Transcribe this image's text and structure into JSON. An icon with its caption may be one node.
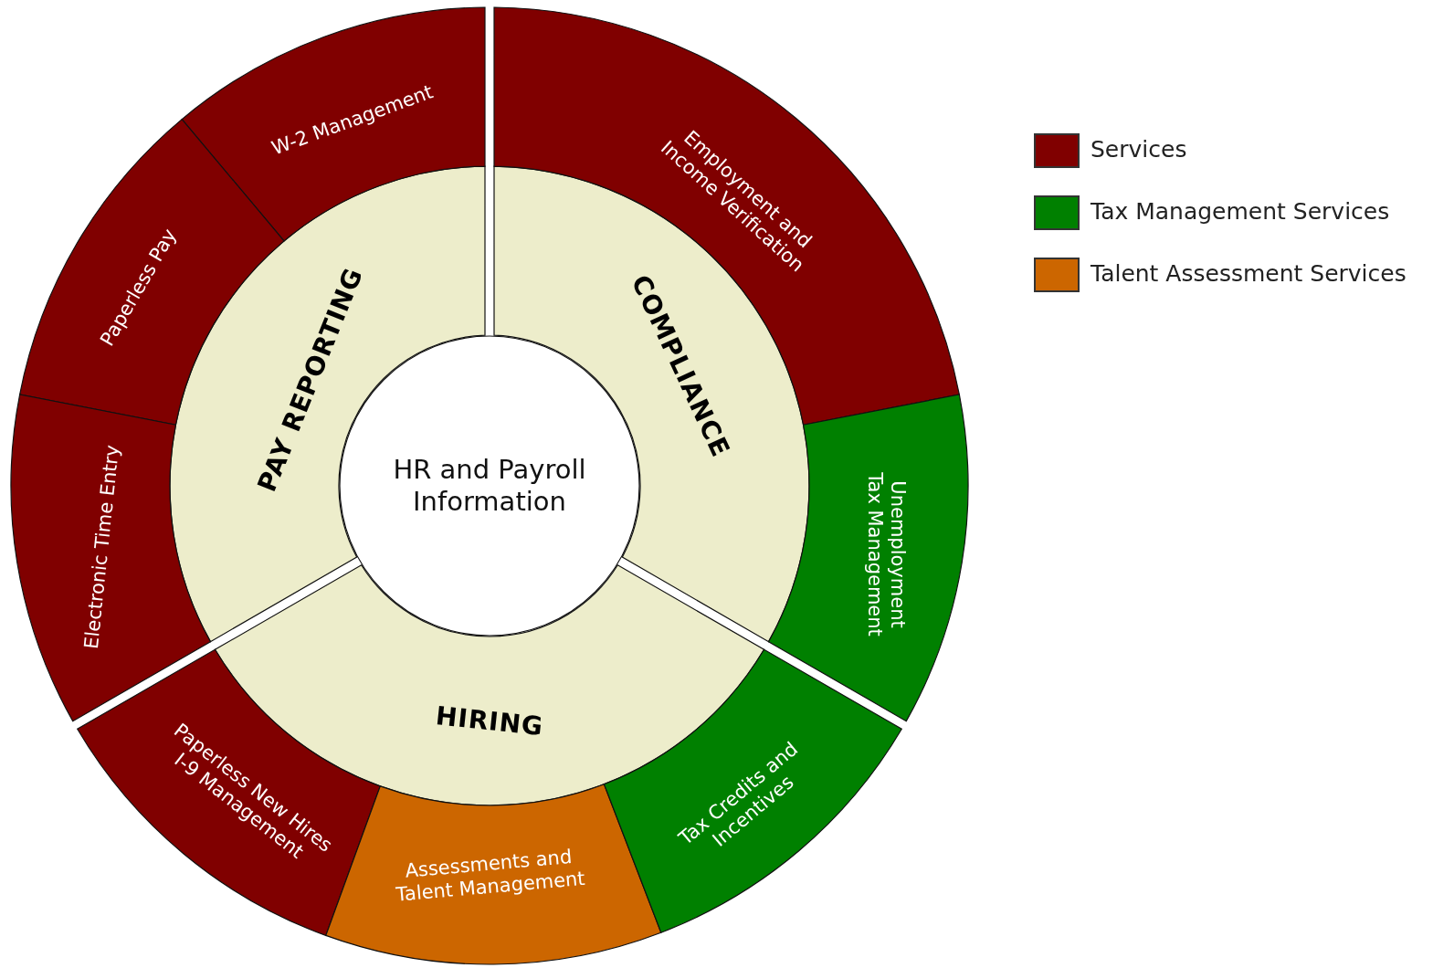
{
  "diagram": {
    "nodes": [
      {
        "text": [
          "HR and Payroll Information"
        ]
      },
      {
        "text": [
          "PAY REPORTING"
        ]
      },
      {
        "text": [
          "W-2 Management"
        ]
      },
      {
        "text": [
          "Paperless Pay"
        ]
      },
      {
        "text": [
          "Electronic Time Entry"
        ]
      },
      {
        "text": [
          "COMPLIANCE"
        ]
      },
      {
        "text": [
          "Employment and Income Verification"
        ]
      },
      {
        "text": [
          "Unemployment Tax Management"
        ]
      },
      {
        "text": [
          "HIRING"
        ]
      },
      {
        "text": [
          "Paperless New Hires I-9 Management"
        ]
      },
      {
        "text": [
          "Assessments and Talent Management"
        ]
      },
      {
        "text": [
          "Tax Credits and Incentives"
        ]
      }
    ],
    "edges": [],
    "legend": [
      {
        "text": "Services",
        "color": "#800000"
      },
      {
        "text": "Tax Management Services",
        "color": "#008000"
      },
      {
        "text": "Talent Assessment Services",
        "color": "#cc6600"
      }
    ]
  }
}
